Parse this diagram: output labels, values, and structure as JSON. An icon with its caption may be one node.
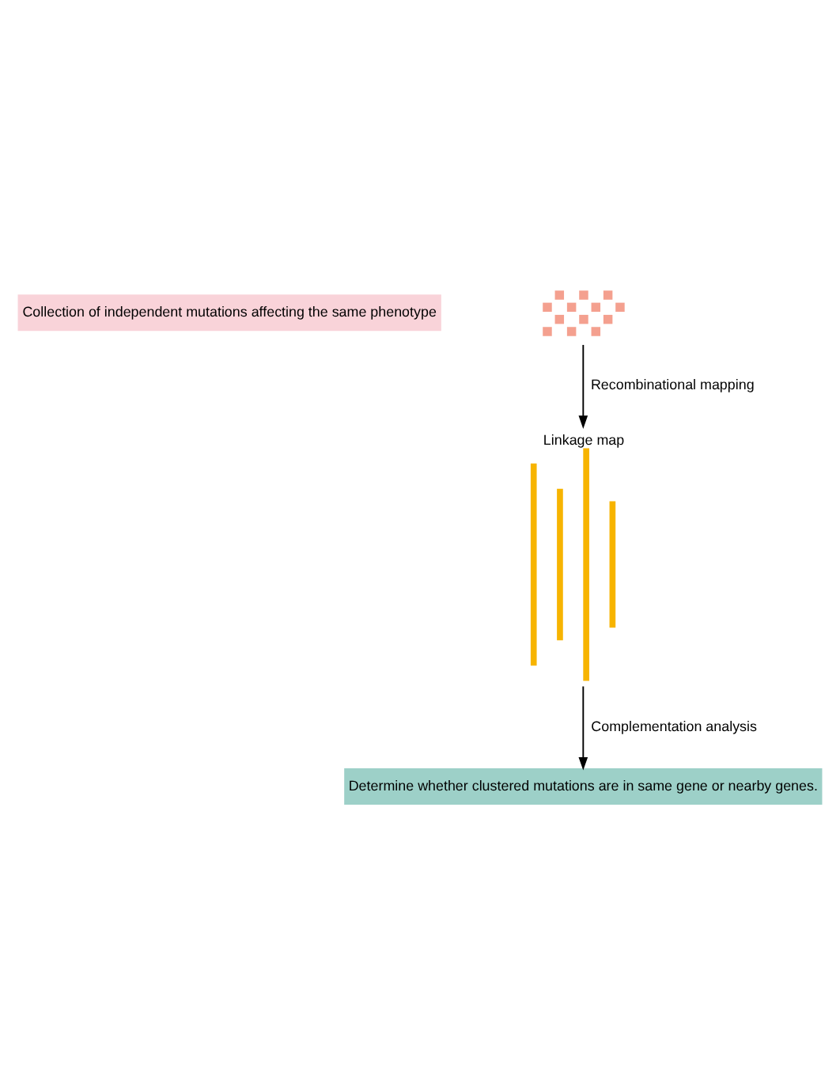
{
  "diagram": {
    "nodes": [
      {
        "text": [
          "Collection of independent mutations affecting the same phenotype"
        ]
      },
      {
        "text": [],
        "shape": "picture"
      },
      {
        "text": [
          "Linkage map"
        ]
      },
      {
        "text": [
          "Determine whether clustered mutations are in same gene or nearby genes."
        ]
      }
    ],
    "edges": [
      {
        "from": 1,
        "to": 2,
        "arrow": "to",
        "label": "Recombinational mapping"
      },
      {
        "from": 2,
        "to": 3,
        "arrow": "to",
        "label": "Complementation analysis"
      }
    ]
  }
}
